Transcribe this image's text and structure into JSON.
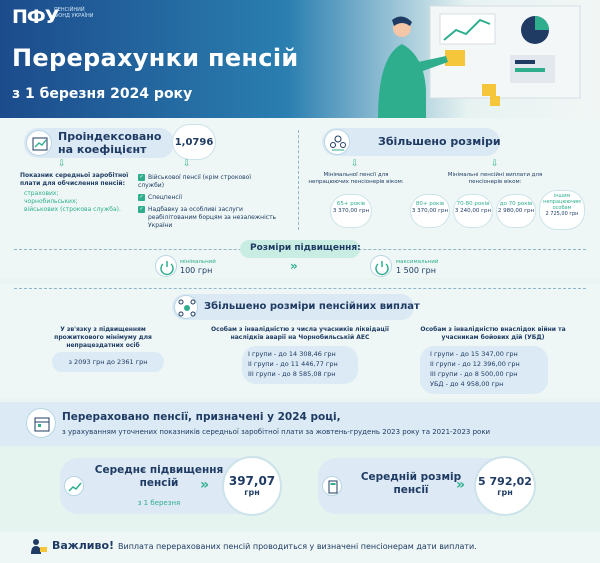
{
  "header": {
    "logo_mark": "ПФУ",
    "logo_text": "ПЕНСІЙНИЙ ФОНД УКРАЇНИ",
    "title": "Перерахунки пенсій",
    "subtitle": "з 1 березня 2024 року"
  },
  "indexed": {
    "title": "Проіндексовано на коефіцієнт",
    "coefficient": "1,0796",
    "indicator_text": "Показник середньої заробітної плати для обчислення пенсій:",
    "indicator_items": [
      "страхових;",
      "чорнобильських;",
      "військових (строкова служба)."
    ],
    "checks": [
      "Військової пенсії (крім строкової служби)",
      "Спецпенсії",
      "Надбавку за особливі заслуги реабілітованим борцям за незалежність України"
    ]
  },
  "increased": {
    "title": "Збільшено розміри",
    "left_caption": "Мінімальної пенсії для непрацюючих пенсіонерів віком:",
    "left_circle_label": "65+ років",
    "left_circle_value": "3 370,00 грн",
    "right_caption": "Мінімальні пенсійні виплати для пенсіонерів віком:",
    "circles": [
      {
        "label": "80+ років",
        "value": "3 370,00 грн"
      },
      {
        "label": "70-80 років",
        "value": "3 240,00 грн"
      },
      {
        "label": "до 70 років",
        "value": "2 980,00 грн"
      },
      {
        "label": "іншим непрацюючим особам",
        "value": "2 725,00 грн"
      }
    ]
  },
  "raise": {
    "title": "Розміри підвищення:",
    "min_label": "мінімальний",
    "min_value": "100 грн",
    "max_label": "максимальний",
    "max_value": "1 500 грн"
  },
  "payments": {
    "title": "Збільшено розміри пенсійних виплат",
    "col1_caption": "У зв'язку з підвищенням прожиткового мінімуму для непрацездатних осіб",
    "col1_value": "з 2093 грн до 2361 грн",
    "col2_caption": "Особам з інвалідністю з числа учасників ліквідації наслідків аварії на Чорнобильській АЕС",
    "col2_lines": [
      "I групи - до 14 308,46 грн",
      "II групи - до 11 446,77 грн",
      "III групи - до 8 585,08 грн"
    ],
    "col3_caption": "Особам з інвалідністю внаслідок війни та учасникам бойових дій (УБД)",
    "col3_lines": [
      "I групи - до 15 347,00 грн",
      "II групи - до 12 396,00 грн",
      "III групи - до 8 500,00 грн",
      "УБД - до 4 958,00 грн"
    ]
  },
  "recalc": {
    "title": "Перераховано пенсії, призначені у 2024 році,",
    "text": "з урахуванням уточнених показників середньої заробітної плати за жовтень-грудень 2023 року та 2021-2023 роки"
  },
  "summary": {
    "avg_raise_label": "Середнє підвищення пенсій",
    "avg_raise_sub": "з 1 березня",
    "avg_raise_value": "397,07",
    "avg_raise_unit": "грн",
    "avg_size_label": "Середній розмір пенсії",
    "avg_size_value": "5 792,02",
    "avg_size_unit": "грн"
  },
  "footer": {
    "important": "Важливо!",
    "text": "Виплата перерахованих пенсій проводиться у визначені пенсіонерам дати виплати."
  },
  "colors": {
    "navy": "#1f3b63",
    "green": "#2fae8e",
    "blue": "#1c4b8c"
  }
}
